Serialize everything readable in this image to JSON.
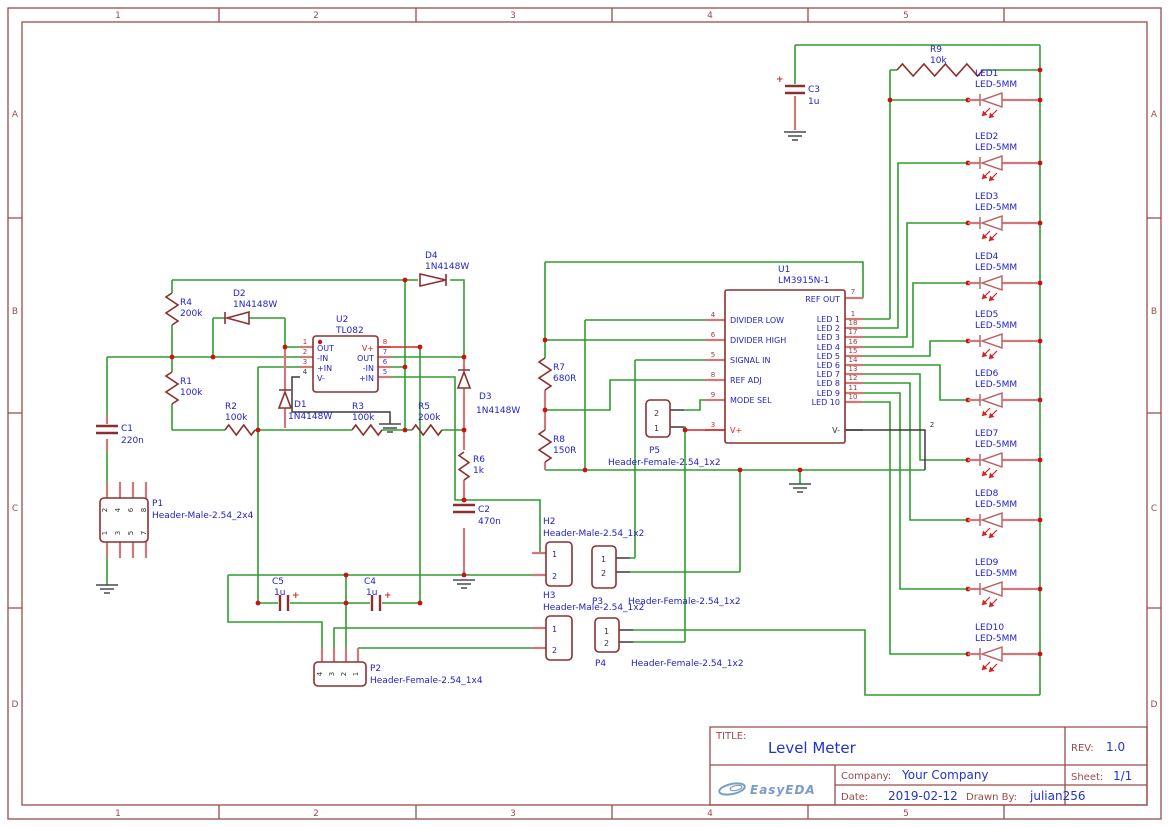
{
  "frame": {
    "col_labels": [
      "1",
      "2",
      "3",
      "4",
      "5"
    ],
    "row_labels": [
      "A",
      "B",
      "C",
      "D"
    ]
  },
  "title_block": {
    "title_label": "TITLE:",
    "title": "Level Meter",
    "rev_label": "REV:",
    "rev": "1.0",
    "company_label": "Company:",
    "company": "Your Company",
    "sheet_label": "Sheet:",
    "sheet": "1/1",
    "date_label": "Date:",
    "date": "2019-02-12",
    "drawn_label": "Drawn By:",
    "drawn_by": "julian256",
    "logo": "EasyEDA"
  },
  "parts": {
    "r1": {
      "ref": "R1",
      "value": "100k"
    },
    "r2": {
      "ref": "R2",
      "value": "100k"
    },
    "r3": {
      "ref": "R3",
      "value": "100k"
    },
    "r4": {
      "ref": "R4",
      "value": "200k"
    },
    "r5": {
      "ref": "R5",
      "value": "200k"
    },
    "r6": {
      "ref": "R6",
      "value": "1k"
    },
    "r7": {
      "ref": "R7",
      "value": "680R"
    },
    "r8": {
      "ref": "R8",
      "value": "150R"
    },
    "r9": {
      "ref": "R9",
      "value": "10k"
    },
    "c1": {
      "ref": "C1",
      "value": "220n"
    },
    "c2": {
      "ref": "C2",
      "value": "470n"
    },
    "c3": {
      "ref": "C3",
      "value": "1u"
    },
    "c4": {
      "ref": "C4",
      "value": "1u"
    },
    "c5": {
      "ref": "C5",
      "value": "1u"
    },
    "d1": {
      "ref": "D1",
      "value": "1N4148W"
    },
    "d2": {
      "ref": "D2",
      "value": "1N4148W"
    },
    "d3": {
      "ref": "D3",
      "value": "1N4148W"
    },
    "d4": {
      "ref": "D4",
      "value": "1N4148W"
    },
    "p1": {
      "ref": "P1",
      "value": "Header-Male-2.54_2x4",
      "pins_top": [
        "2",
        "4",
        "6",
        "8"
      ],
      "pins_bottom": [
        "1",
        "3",
        "5",
        "7"
      ]
    },
    "p2": {
      "ref": "P2",
      "value": "Header-Female-2.54_1x4",
      "pins": [
        "4",
        "3",
        "2",
        "1"
      ]
    },
    "p3": {
      "ref": "P3",
      "value": "Header-Female-2.54_1x2",
      "pins": [
        "1",
        "2"
      ]
    },
    "p4": {
      "ref": "P4",
      "value": "Header-Female-2.54_1x2",
      "pins": [
        "1",
        "2"
      ]
    },
    "p5": {
      "ref": "P5",
      "value": "Header-Female-2.54_1x2",
      "pins": [
        "2",
        "1"
      ]
    },
    "h2": {
      "ref": "H2",
      "value": "Header-Male-2.54_1x2",
      "pins": [
        "1",
        "2"
      ]
    },
    "h3": {
      "ref": "H3",
      "value": "Header-Male-2.54_1x2",
      "pins": [
        "1",
        "2"
      ]
    },
    "u2": {
      "ref": "U2",
      "part": "TL082",
      "left_pins": [
        {
          "n": "1",
          "name": "OUT"
        },
        {
          "n": "2",
          "name": "-IN"
        },
        {
          "n": "3",
          "name": "+IN"
        },
        {
          "n": "4",
          "name": "V-"
        }
      ],
      "right_pins": [
        {
          "n": "8",
          "name": "V+"
        },
        {
          "n": "7",
          "name": "OUT"
        },
        {
          "n": "6",
          "name": "-IN"
        },
        {
          "n": "5",
          "name": "+IN"
        }
      ]
    },
    "u1": {
      "ref": "U1",
      "part": "LM3915N-1",
      "left_pins": [
        {
          "n": "4",
          "name": "DIVIDER LOW"
        },
        {
          "n": "6",
          "name": "DIVIDER HIGH"
        },
        {
          "n": "5",
          "name": "SIGNAL IN"
        },
        {
          "n": "8",
          "name": "REF ADJ"
        },
        {
          "n": "9",
          "name": "MODE SEL"
        },
        {
          "n": "3",
          "name": "V+"
        }
      ],
      "right_pins": [
        {
          "n": "7",
          "name": "REF OUT"
        },
        {
          "n": "1",
          "name": "LED 1"
        },
        {
          "n": "18",
          "name": "LED 2"
        },
        {
          "n": "17",
          "name": "LED 3"
        },
        {
          "n": "16",
          "name": "LED 4"
        },
        {
          "n": "15",
          "name": "LED 5"
        },
        {
          "n": "14",
          "name": "LED 6"
        },
        {
          "n": "13",
          "name": "LED 7"
        },
        {
          "n": "12",
          "name": "LED 8"
        },
        {
          "n": "11",
          "name": "LED 9"
        },
        {
          "n": "10",
          "name": "LED 10"
        },
        {
          "n": "2",
          "name": "V-"
        }
      ]
    },
    "leds": [
      {
        "ref": "LED1",
        "pkg": "LED-5MM"
      },
      {
        "ref": "LED2",
        "pkg": "LED-5MM"
      },
      {
        "ref": "LED3",
        "pkg": "LED-5MM"
      },
      {
        "ref": "LED4",
        "pkg": "LED-5MM"
      },
      {
        "ref": "LED5",
        "pkg": "LED-5MM"
      },
      {
        "ref": "LED6",
        "pkg": "LED-5MM"
      },
      {
        "ref": "LED7",
        "pkg": "LED-5MM"
      },
      {
        "ref": "LED8",
        "pkg": "LED-5MM"
      },
      {
        "ref": "LED9",
        "pkg": "LED-5MM"
      },
      {
        "ref": "LED10",
        "pkg": "LED-5MM"
      }
    ]
  },
  "colors": {
    "wire": "#2f9e2f",
    "symbol": "#8b3030",
    "label": "#2222cc",
    "pin_lead": "#cc7a7a",
    "junction": "#cc1111",
    "accent_red": "#dd2222",
    "frame": "#9c4a4a"
  }
}
